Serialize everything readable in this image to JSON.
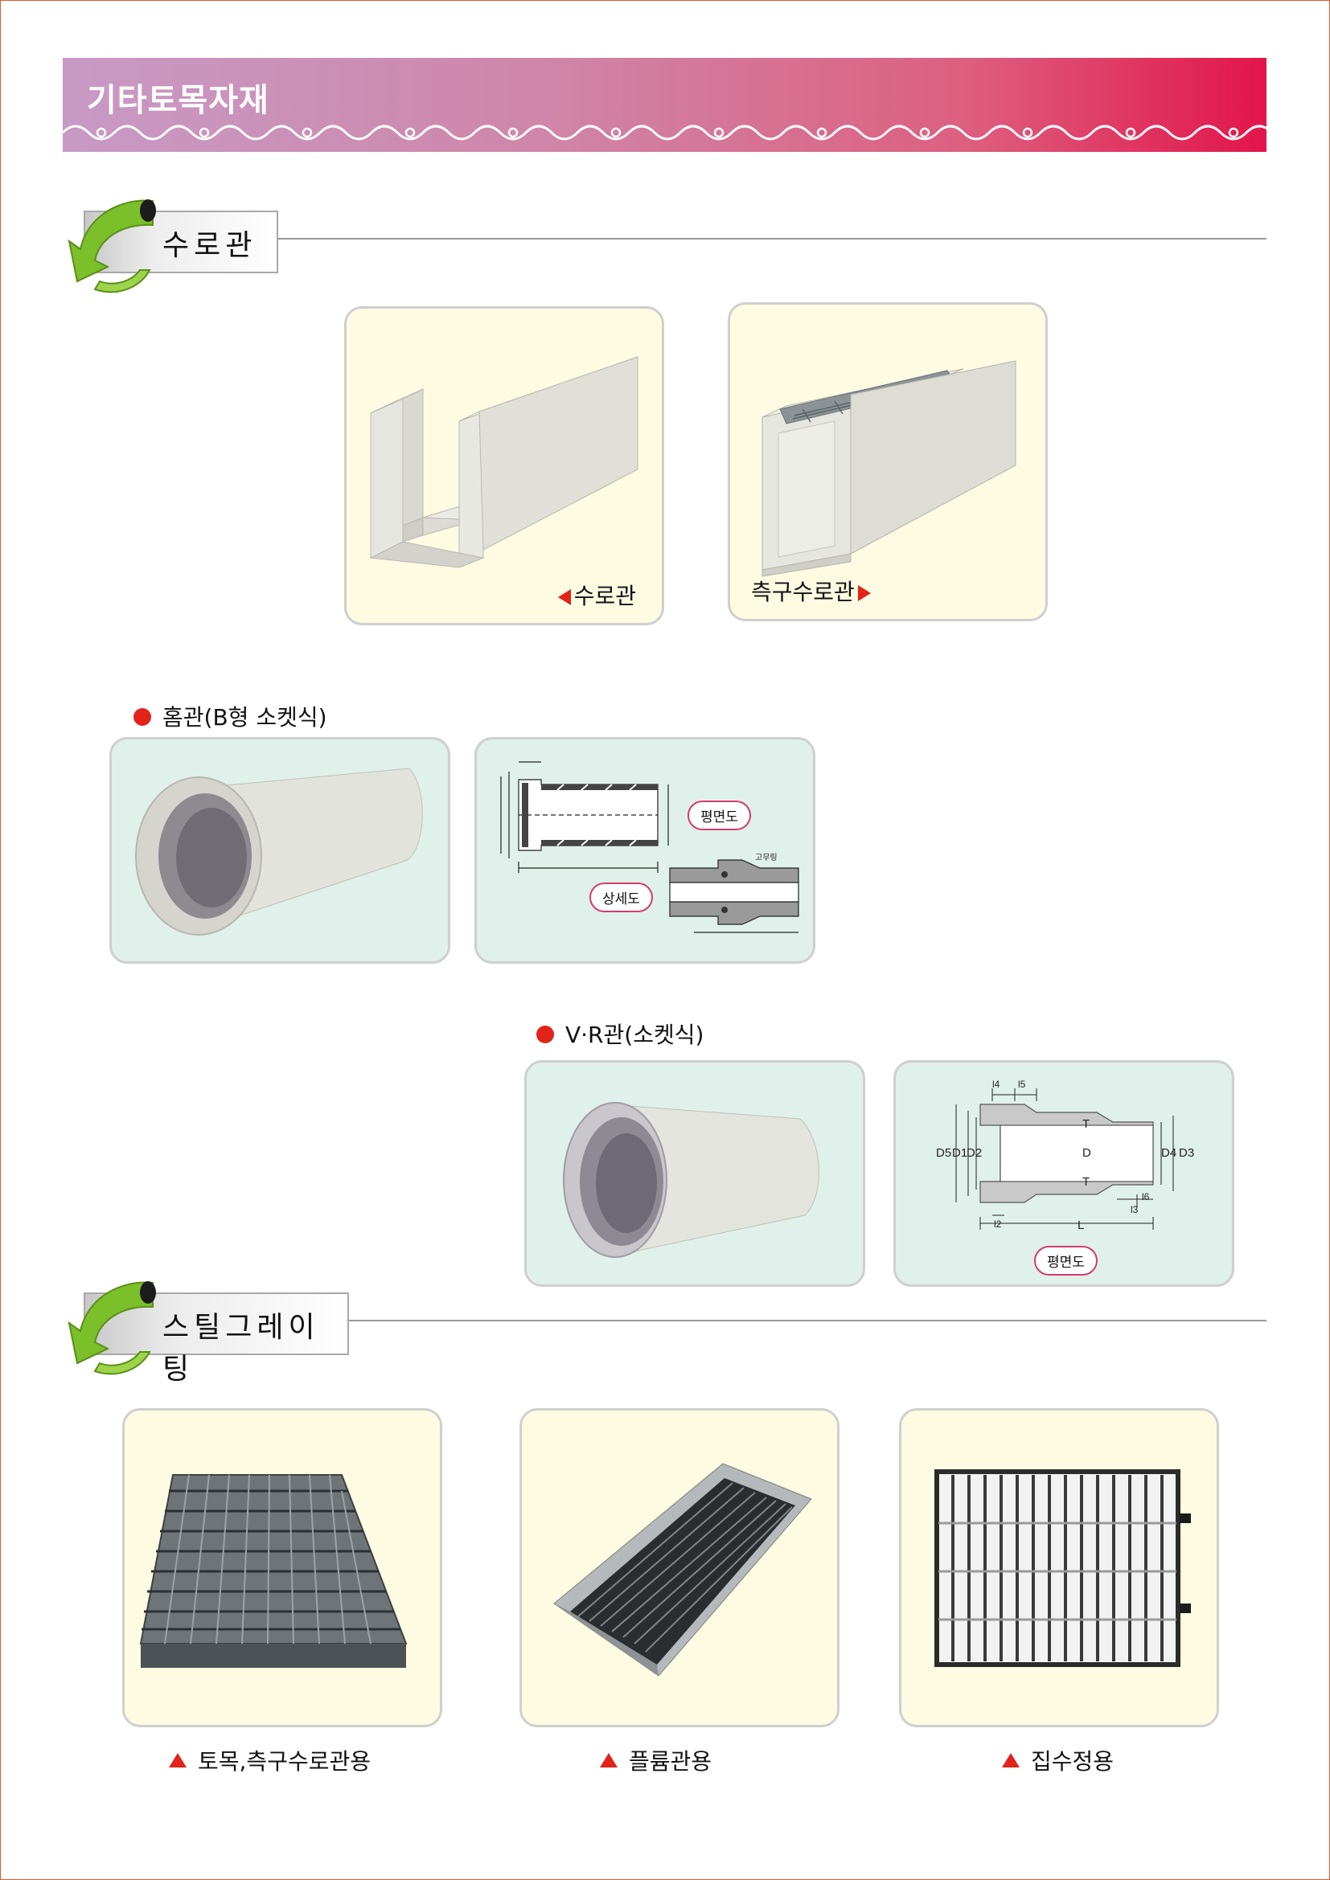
{
  "banner": {
    "title": "기타토목자재"
  },
  "sections": {
    "channel": {
      "title": "수로관"
    },
    "grating": {
      "title": "스틸그레이팅"
    }
  },
  "channel_products": {
    "left_caption": "수로관",
    "right_caption": "측구수로관"
  },
  "hume_pipe": {
    "heading": "홈관(B형 소켓식)",
    "plan_label": "평면도",
    "detail_label": "상세도",
    "rubber_ring_label": "고무링"
  },
  "vr_pipe": {
    "heading": "V·R관(소켓식)",
    "plan_label": "평면도",
    "dims": {
      "d5": "D5",
      "d1": "D1",
      "d2": "D2",
      "d": "D",
      "d4": "D4",
      "d3": "D3",
      "t": "T",
      "l": "L",
      "l2": "l2",
      "l3": "l3",
      "l4": "l4",
      "l5": "l5",
      "l6": "l6"
    }
  },
  "grating_products": [
    {
      "caption": "토목,측구수로관용"
    },
    {
      "caption": "플륨관용"
    },
    {
      "caption": "집수정용"
    }
  ],
  "colors": {
    "accent_red": "#e2231a",
    "banner_end": "#e2154a",
    "cream_card": "#fdfbe2",
    "mint_card": "#e0f0ea"
  }
}
